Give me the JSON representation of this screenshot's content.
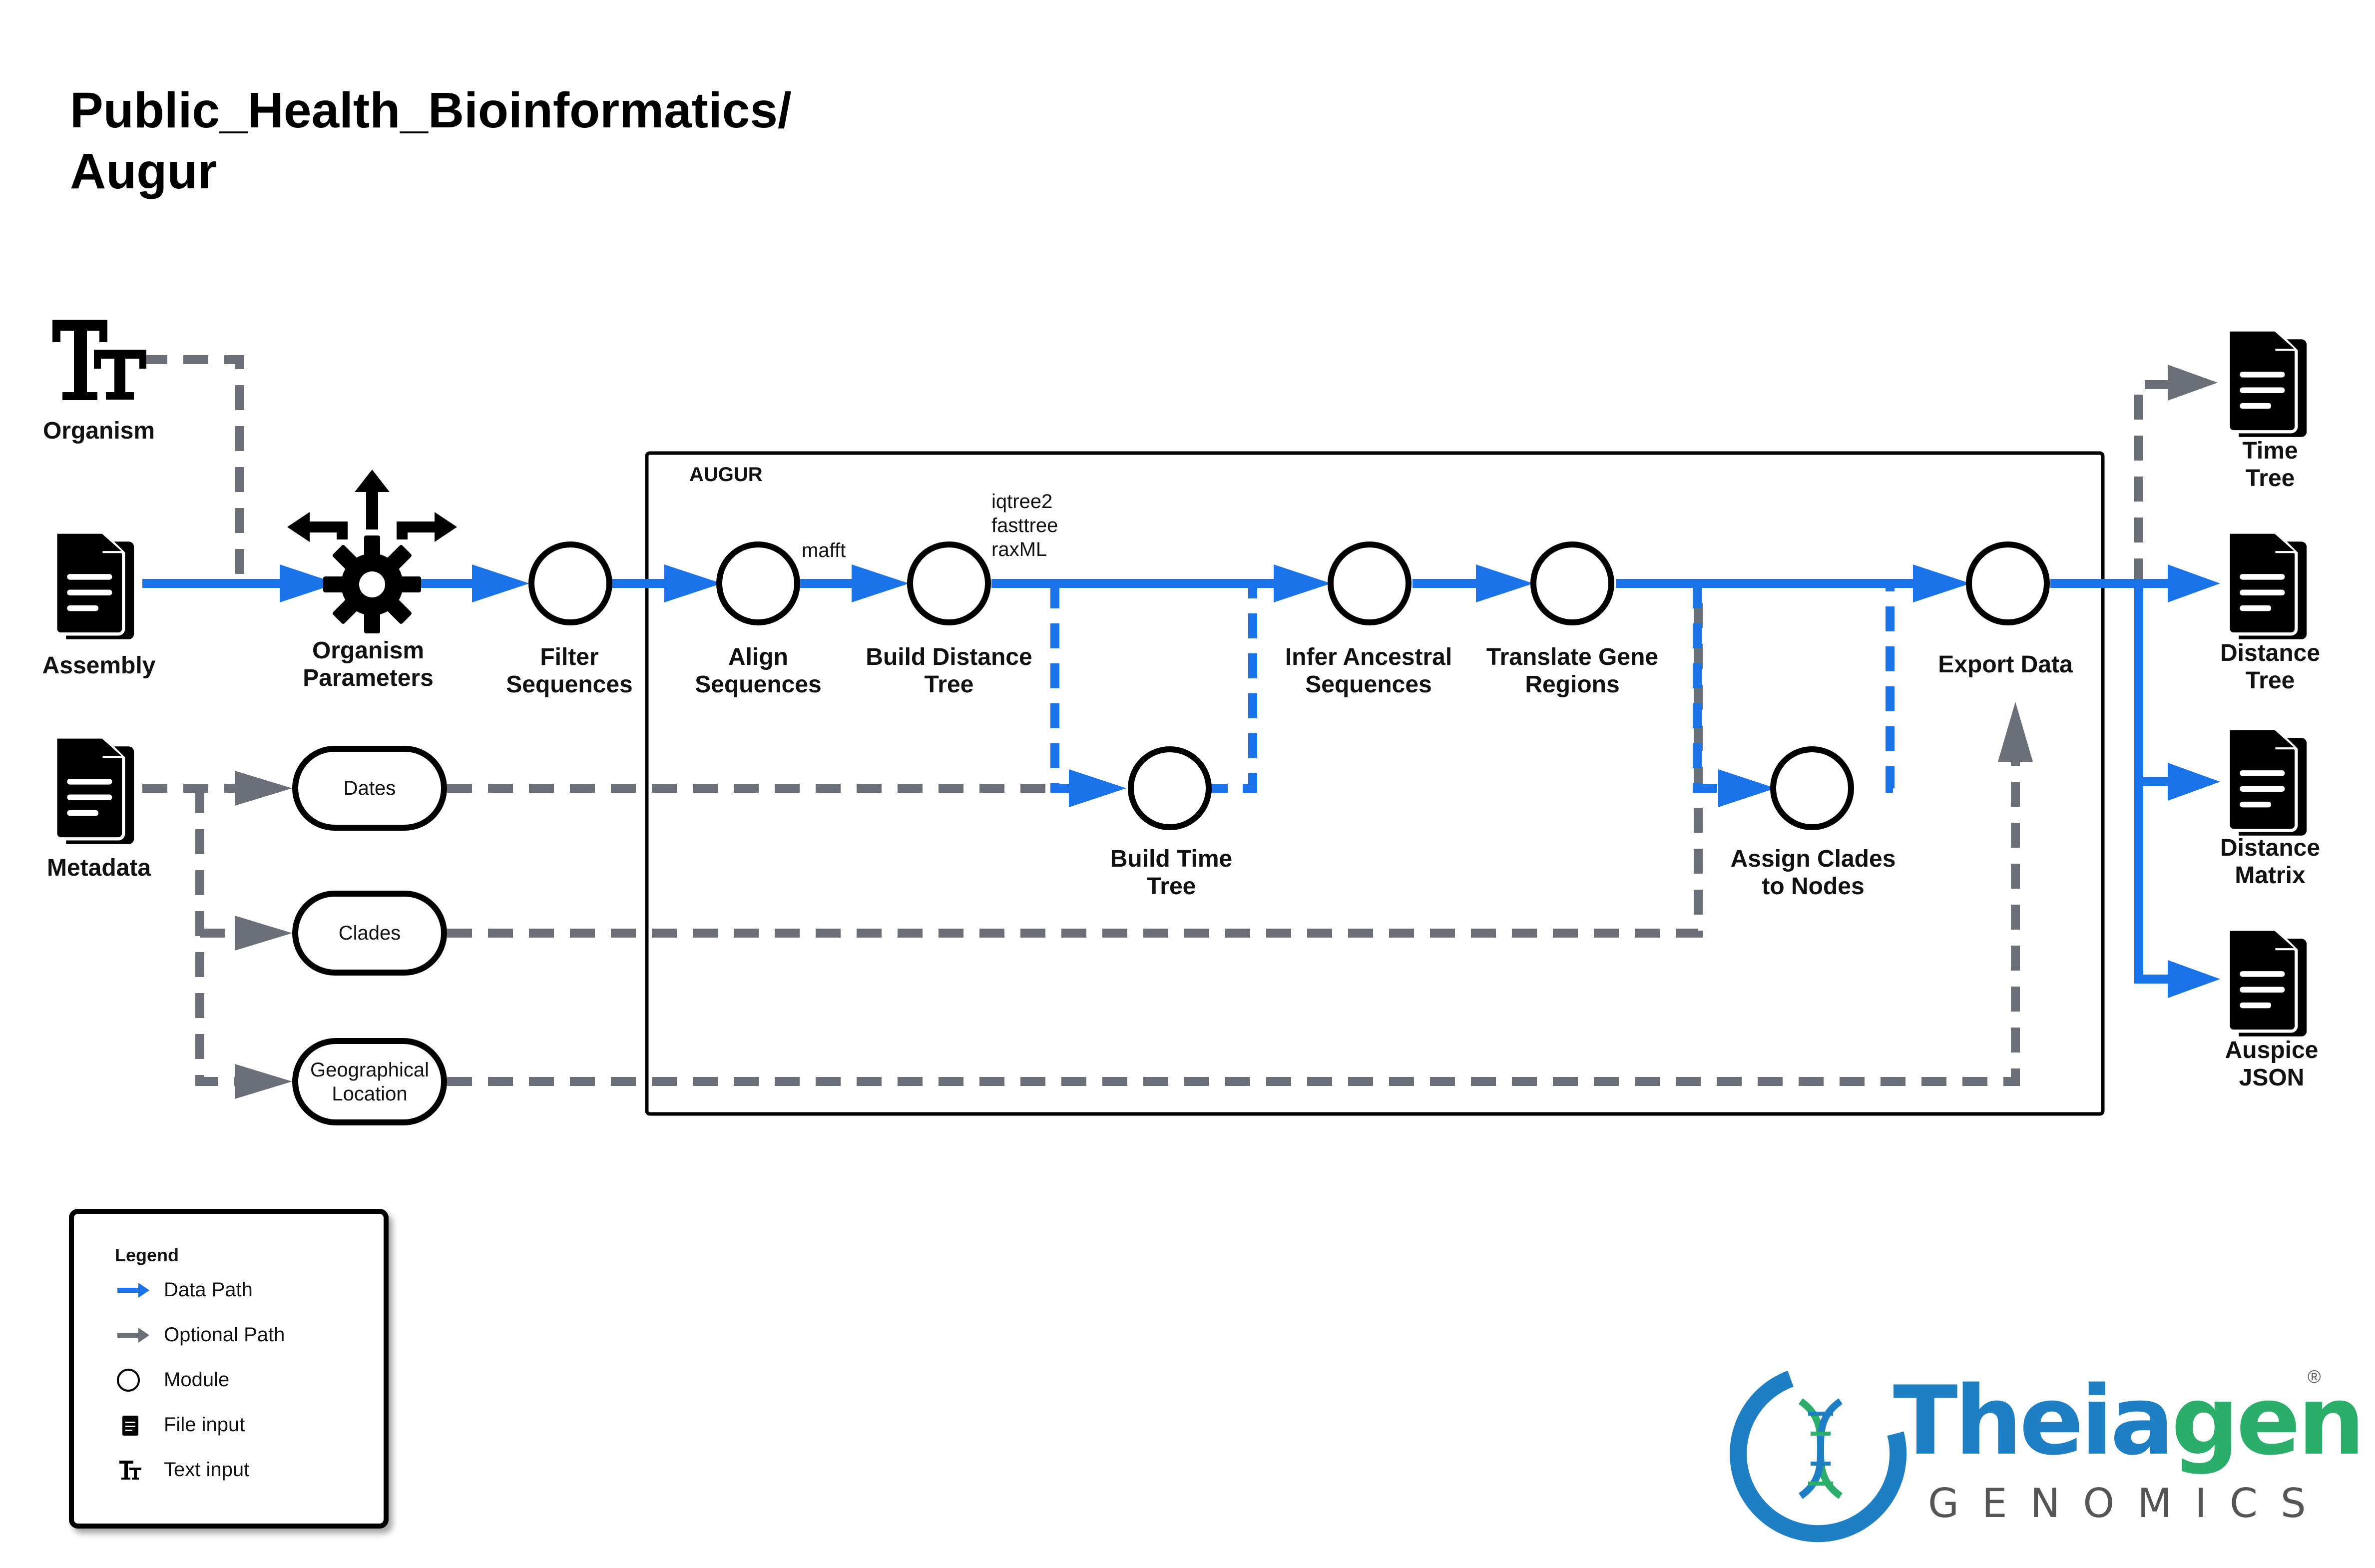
{
  "title": {
    "line1": "Public_Health_Bioinformatics/",
    "line2": "Augur"
  },
  "box_title": "AUGUR",
  "inputs": {
    "organism": "Organism",
    "assembly": "Assembly",
    "metadata": "Metadata"
  },
  "modules": {
    "organism_parameters": "Organism\nParameters",
    "filter": "Filter\nSequences",
    "align": "Align\nSequences",
    "build_distance": "Build Distance\nTree",
    "build_time": "Build Time\nTree",
    "infer_ancestral": "Infer Ancestral\nSequences",
    "translate": "Translate Gene\nRegions",
    "assign_clades": "Assign Clades\nto Nodes",
    "export": "Export Data"
  },
  "tool_notes": {
    "mafft": "mafft",
    "tree_tools": "iqtree2\nfasttree\nraxML"
  },
  "metadata_fields": {
    "dates": "Dates",
    "clades": "Clades",
    "geo": "Geographical\nLocation"
  },
  "outputs": {
    "time_tree": "Time\nTree",
    "distance_tree": "Distance\nTree",
    "distance_matrix": "Distance\nMatrix",
    "auspice_json": "Auspice\nJSON"
  },
  "legend": {
    "title": "Legend",
    "data_path": "Data Path",
    "optional_path": "Optional Path",
    "module": "Module",
    "file_input": "File input",
    "text_input": "Text input"
  },
  "logo": {
    "name": "Theiagen",
    "sub": "GENOMICS",
    "registered": "®"
  },
  "colors": {
    "data_path": "#1a73e8",
    "optional_path": "#6b6f78",
    "module_stroke": "#000000",
    "logo_blue": "#1f7fc4",
    "logo_green": "#2aae6a"
  },
  "icons": {
    "text_input": "text-type-icon",
    "file_input": "document-icon",
    "parameters": "gear-arrows-icon",
    "logo": "dna-helix-icon"
  }
}
